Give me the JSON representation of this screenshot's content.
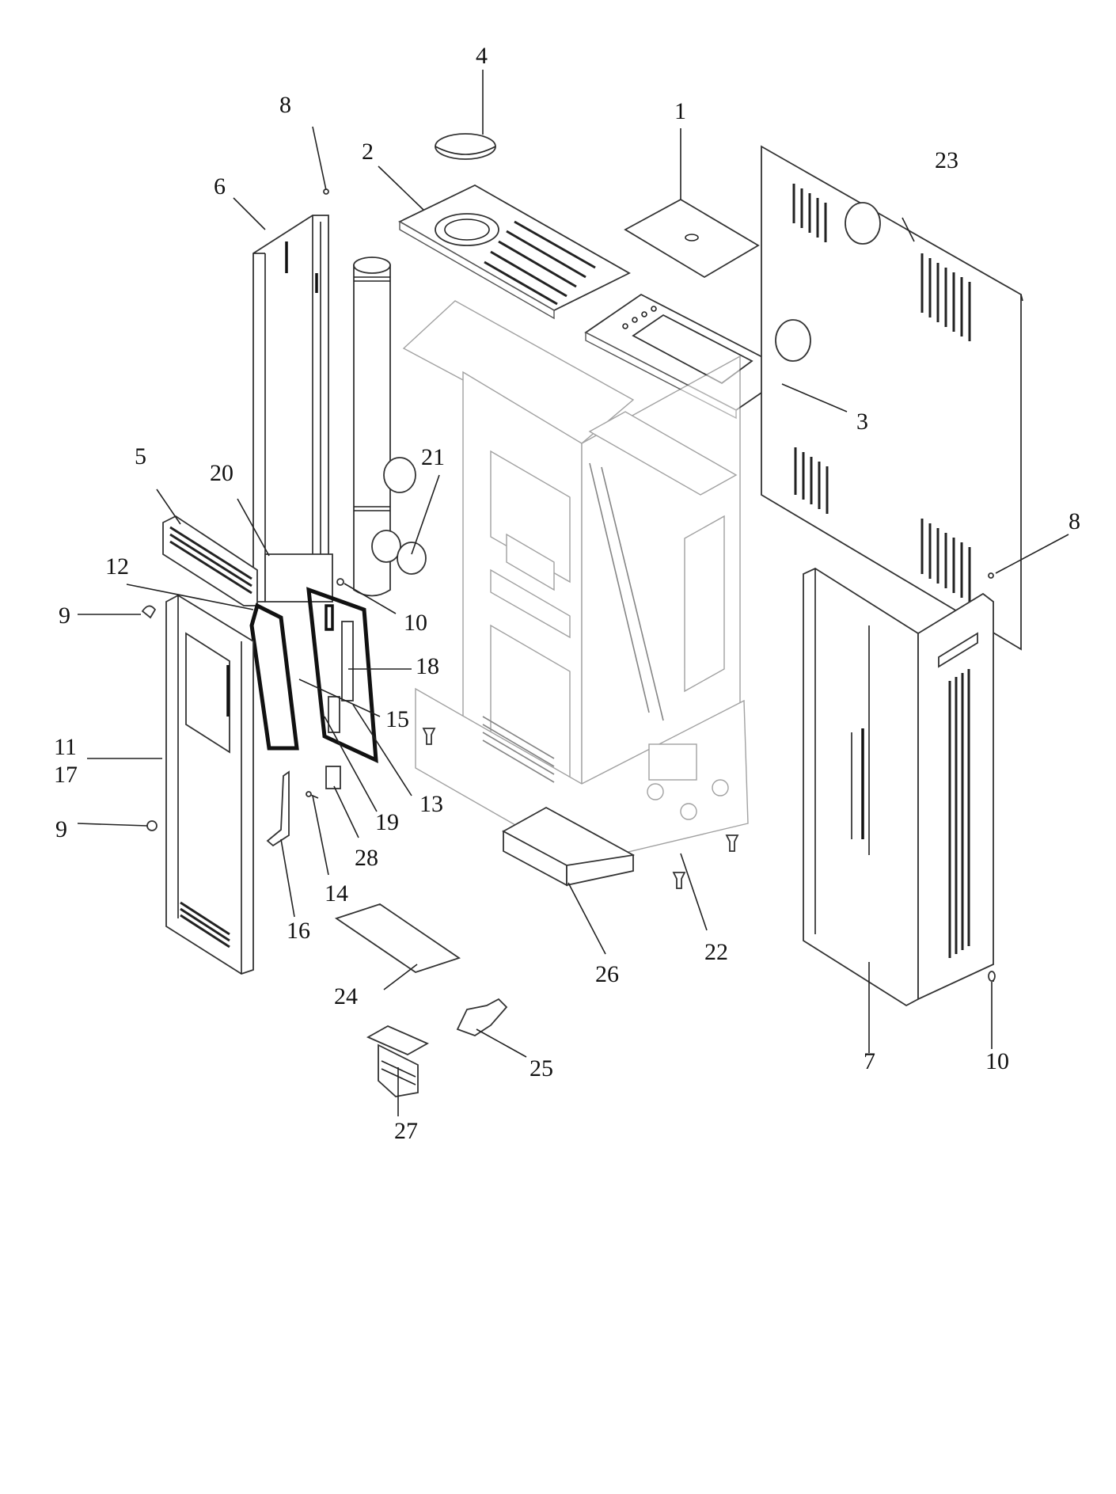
{
  "diagram": {
    "callouts": [
      {
        "id": "c1",
        "text": "1"
      },
      {
        "id": "c2",
        "text": "2"
      },
      {
        "id": "c3",
        "text": "3"
      },
      {
        "id": "c4",
        "text": "4"
      },
      {
        "id": "c5",
        "text": "5"
      },
      {
        "id": "c6",
        "text": "6"
      },
      {
        "id": "c7",
        "text": "7"
      },
      {
        "id": "c8a",
        "text": "8"
      },
      {
        "id": "c8b",
        "text": "8"
      },
      {
        "id": "c9a",
        "text": "9"
      },
      {
        "id": "c9b",
        "text": "9"
      },
      {
        "id": "c10a",
        "text": "10"
      },
      {
        "id": "c10b",
        "text": "10"
      },
      {
        "id": "c11",
        "text": "11"
      },
      {
        "id": "c17",
        "text": "17"
      },
      {
        "id": "c12",
        "text": "12"
      },
      {
        "id": "c13",
        "text": "13"
      },
      {
        "id": "c14",
        "text": "14"
      },
      {
        "id": "c15",
        "text": "15"
      },
      {
        "id": "c16",
        "text": "16"
      },
      {
        "id": "c18",
        "text": "18"
      },
      {
        "id": "c19",
        "text": "19"
      },
      {
        "id": "c20",
        "text": "20"
      },
      {
        "id": "c21",
        "text": "21"
      },
      {
        "id": "c22",
        "text": "22"
      },
      {
        "id": "c23",
        "text": "23"
      },
      {
        "id": "c24",
        "text": "24"
      },
      {
        "id": "c25",
        "text": "25"
      },
      {
        "id": "c26",
        "text": "26"
      },
      {
        "id": "c27",
        "text": "27"
      },
      {
        "id": "c28",
        "text": "28"
      }
    ]
  }
}
